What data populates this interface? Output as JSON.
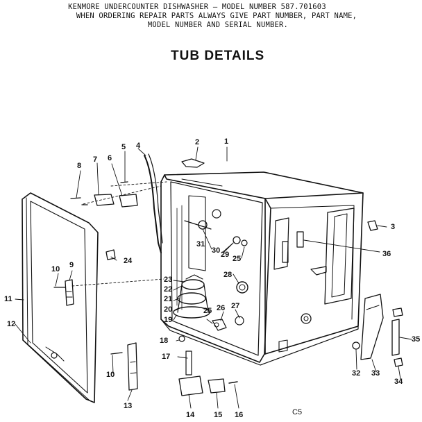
{
  "header": {
    "line1": "KENMORE UNDERCOUNTER DISHWASHER — MODEL NUMBER 587.701603",
    "line2": "WHEN ORDERING REPAIR PARTS ALWAYS GIVE PART NUMBER, PART NAME,",
    "line3": "MODEL NUMBER AND SERIAL NUMBER."
  },
  "title": "TUB DETAILS",
  "page_code": "C5",
  "callouts": {
    "c1": "1",
    "c2": "2",
    "c3": "3",
    "c4": "4",
    "c5": "5",
    "c6": "6",
    "c7": "7",
    "c8": "8",
    "c9": "9",
    "c10a": "10",
    "c10b": "10",
    "c11": "11",
    "c12": "12",
    "c13": "13",
    "c14": "14",
    "c15": "15",
    "c16": "16",
    "c17": "17",
    "c18": "18",
    "c19": "19",
    "c20": "20",
    "c21": "21",
    "c22": "22",
    "c23": "23",
    "c24": "24",
    "c25a": "25",
    "c25b": "25",
    "c26": "26",
    "c27": "27",
    "c28": "28",
    "c29": "29",
    "c30": "30",
    "c31": "31",
    "c32": "32",
    "c33": "33",
    "c34": "34",
    "c35": "35",
    "c36": "36"
  }
}
